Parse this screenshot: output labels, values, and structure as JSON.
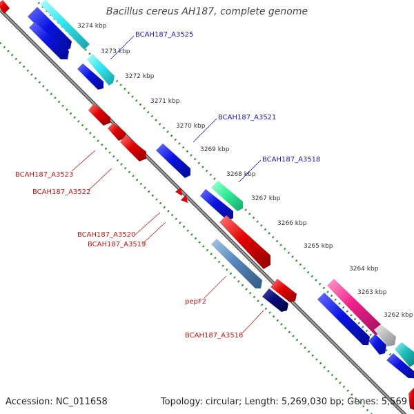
{
  "title": "Bacillus cereus AH187, complete genome",
  "footer": {
    "accession": "Accession: NC_011658",
    "summary": "Topology: circular; Length: 5,269,030 bp; Genes: 5,569"
  },
  "ticks": [
    "3274 kbp",
    "3273 kbp",
    "3272 kbp",
    "3271 kbp",
    "3270 kbp",
    "3269 kbp",
    "3268 kbp",
    "3267 kbp",
    "3266 kbp",
    "3265 kbp",
    "3264 kbp",
    "3263 kbp",
    "3262 kbp"
  ],
  "labels": {
    "a3525": "BCAH187_A3525",
    "a3521": "BCAH187_A3521",
    "a3518": "BCAH187_A3518",
    "a3523": "BCAH187_A3523",
    "a3522": "BCAH187_A3522",
    "a3520": "BCAH187_A3520",
    "a3519": "BCAH187_A3519",
    "pepf2": "pepF2",
    "a3516": "BCAH187_A3516"
  },
  "colors": {
    "backbone": "#7a7a7a",
    "gc": "#2e8b2e",
    "blue": "#0a14e0",
    "red": "#e00000",
    "cyan": "#33e6ee",
    "mint": "#33ee99",
    "steel": "#5588bb",
    "navy": "#0a0a78",
    "magenta": "#f0208a",
    "grey": "#c0c0c0",
    "teal": "#22c0c0",
    "labelBlue": "#1515c8",
    "labelRed": "#cc1111"
  }
}
